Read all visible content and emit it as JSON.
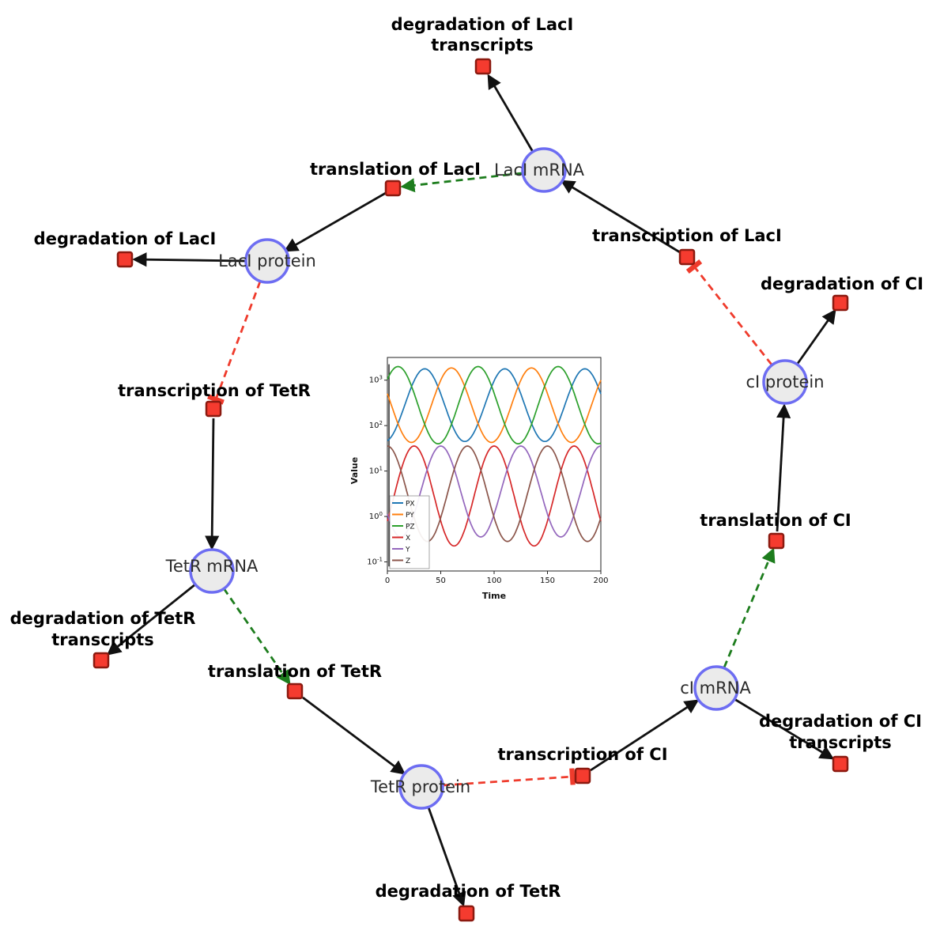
{
  "diagram": {
    "species_labels": {
      "laci_mrna": "LacI mRNA",
      "laci_protein": "LacI protein",
      "tetr_mrna": "TetR mRNA",
      "tetr_protein": "TetR protein",
      "ci_mrna": "cI mRNA",
      "ci_protein": "cI protein"
    },
    "reaction_labels": {
      "deg_laci_tx_1": "degradation of LacI",
      "deg_laci_tx_2": "transcripts",
      "translation_laci": "translation of LacI",
      "transcription_laci": "transcription of LacI",
      "deg_laci": "degradation of LacI",
      "deg_ci": "degradation of CI",
      "transcription_tetr": "transcription of TetR",
      "translation_ci": "translation of CI",
      "deg_tetr_tx_1": "degradation of TetR",
      "deg_tetr_tx_2": "transcripts",
      "translation_tetr": "translation of TetR",
      "transcription_ci": "transcription of CI",
      "deg_ci_tx_1": "degradation of CI",
      "deg_ci_tx_2": "transcripts",
      "deg_tetr": "degradation of TetR"
    },
    "colors": {
      "species_fill": "#ebebeb",
      "species_border": "#6d6df2",
      "reaction_fill": "#f53b2f",
      "reaction_border": "#8c1a10",
      "edge_black": "#111111",
      "edge_activation_green": "#1d7d1d",
      "edge_inhibition_red": "#ef3b2c"
    },
    "edges": [
      {
        "from": "laci_mrna",
        "to": "degradation of LacI transcripts",
        "type": "consumption"
      },
      {
        "from": "translation of LacI",
        "to": "laci_protein",
        "type": "production"
      },
      {
        "from": "laci_mrna",
        "to": "translation of LacI",
        "type": "modifier"
      },
      {
        "from": "transcription of LacI",
        "to": "laci_mrna",
        "type": "production"
      },
      {
        "from": "laci_protein",
        "to": "degradation of LacI",
        "type": "consumption"
      },
      {
        "from": "laci_protein",
        "to": "transcription of TetR",
        "type": "inhibition"
      },
      {
        "from": "transcription of TetR",
        "to": "tetr_mrna",
        "type": "production"
      },
      {
        "from": "tetr_mrna",
        "to": "degradation of TetR transcripts",
        "type": "consumption"
      },
      {
        "from": "tetr_mrna",
        "to": "translation of TetR",
        "type": "modifier"
      },
      {
        "from": "translation of TetR",
        "to": "tetr_protein",
        "type": "production"
      },
      {
        "from": "tetr_protein",
        "to": "degradation of TetR",
        "type": "consumption"
      },
      {
        "from": "tetr_protein",
        "to": "transcription of CI",
        "type": "inhibition"
      },
      {
        "from": "transcription of CI",
        "to": "ci_mrna",
        "type": "production"
      },
      {
        "from": "ci_mrna",
        "to": "degradation of CI transcripts",
        "type": "consumption"
      },
      {
        "from": "ci_mrna",
        "to": "translation of CI",
        "type": "modifier"
      },
      {
        "from": "translation of CI",
        "to": "ci_protein",
        "type": "production"
      },
      {
        "from": "ci_protein",
        "to": "degradation of CI",
        "type": "consumption"
      },
      {
        "from": "ci_protein",
        "to": "transcription of LacI",
        "type": "inhibition"
      }
    ]
  },
  "chart_data": {
    "type": "line",
    "title": "",
    "xlabel": "Time",
    "ylabel": "Value",
    "x_range": [
      0,
      200
    ],
    "x_ticks": [
      0,
      50,
      100,
      150,
      200
    ],
    "y_scale": "log10",
    "y_tick_exponents": [
      -1,
      0,
      1,
      2,
      3
    ],
    "legend_position": "lower left",
    "initial_spike_time": 1.5,
    "series": [
      {
        "name": "PX",
        "color": "#1f77b4",
        "kind": "protein",
        "period": 75,
        "peak_time": 35,
        "log10_mean": 2.45,
        "log10_amplitude": 0.8,
        "approx_min": 45,
        "approx_max": 1800
      },
      {
        "name": "PY",
        "color": "#ff7f0e",
        "kind": "protein",
        "period": 75,
        "peak_time": 60,
        "log10_mean": 2.45,
        "log10_amplitude": 0.82,
        "approx_min": 42,
        "approx_max": 1900
      },
      {
        "name": "PZ",
        "color": "#2ca02c",
        "kind": "protein",
        "period": 75,
        "peak_time": 85,
        "log10_mean": 2.45,
        "log10_amplitude": 0.85,
        "approx_min": 40,
        "approx_max": 2000
      },
      {
        "name": "X",
        "color": "#d62728",
        "kind": "mRNA",
        "period": 75,
        "peak_time": 25,
        "log10_mean": 0.45,
        "log10_amplitude": 1.1,
        "approx_min": 0.12,
        "approx_max": 30
      },
      {
        "name": "Y",
        "color": "#9467bd",
        "kind": "mRNA",
        "period": 75,
        "peak_time": 50,
        "log10_mean": 0.55,
        "log10_amplitude": 1.0,
        "approx_min": 0.3,
        "approx_max": 30
      },
      {
        "name": "Z",
        "color": "#8c564b",
        "kind": "mRNA",
        "period": 75,
        "peak_time": 75,
        "log10_mean": 0.5,
        "log10_amplitude": 1.05,
        "approx_min": 0.25,
        "approx_max": 32
      }
    ]
  }
}
